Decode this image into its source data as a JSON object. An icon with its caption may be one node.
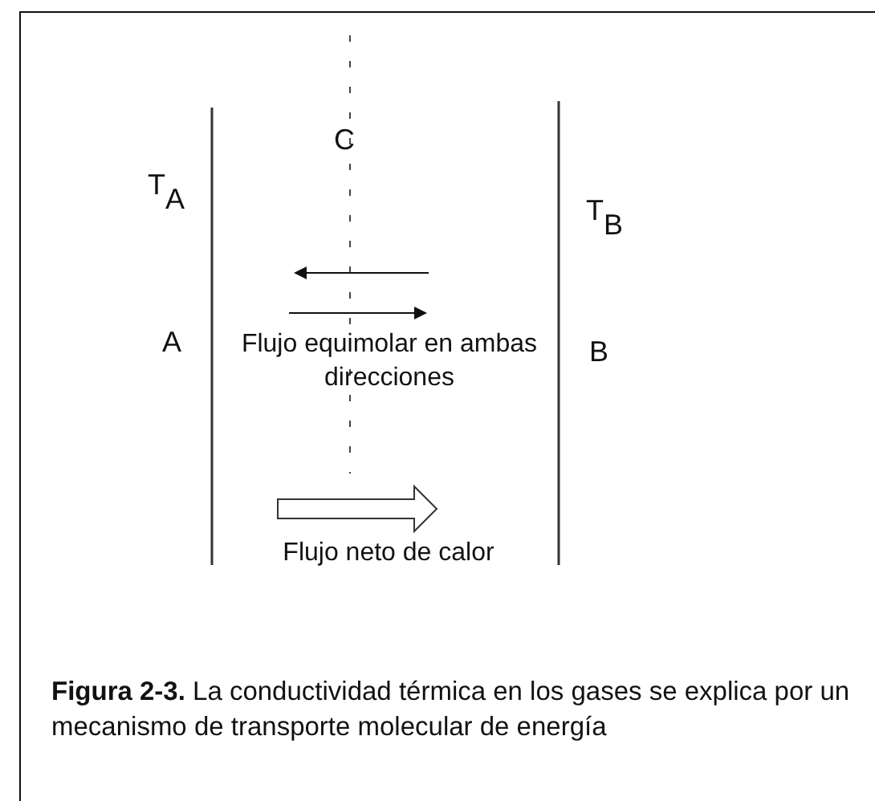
{
  "diagram": {
    "caption": "**Figura 2-3.** La conductividad térmica en los gases se explica por un mecanismo de transporte molecular de energía",
    "labels": [
      "C",
      "T$_{A}$",
      "T$_{B}$",
      "A",
      "Flujo equimolar en ambas direcciones",
      "B",
      "Flujo neto de calor"
    ]
  }
}
